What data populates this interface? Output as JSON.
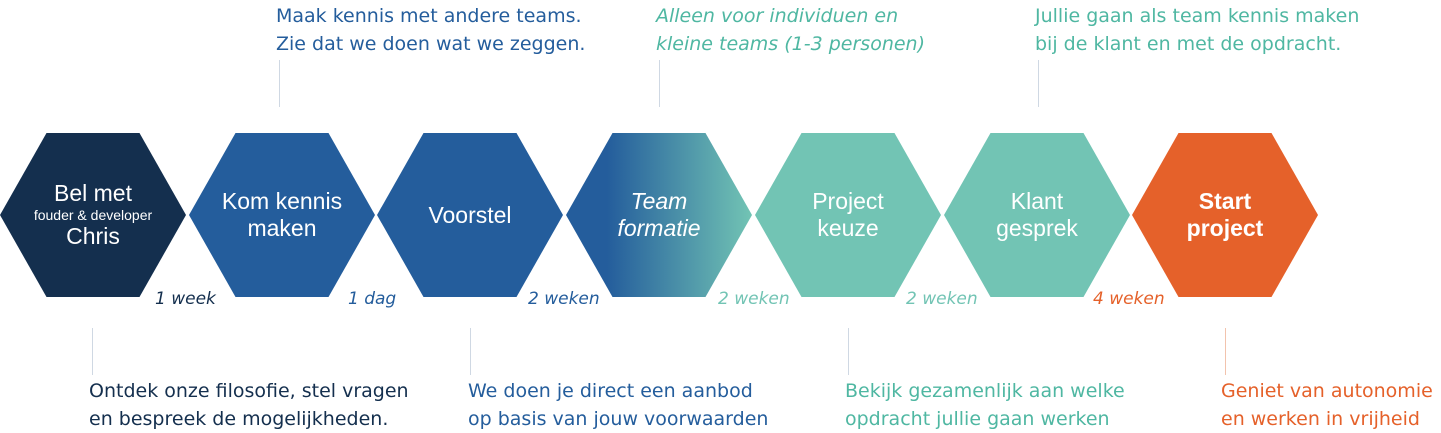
{
  "colors": {
    "navy": "#142f4e",
    "blue": "#245d9c",
    "teal": "#72c4b4",
    "orange": "#e5612a",
    "line": "#cfd8e3"
  },
  "top_notes": {
    "kennis": [
      "Maak kennis met andere teams.",
      "Zie dat we doen wat we zeggen."
    ],
    "team": [
      "Alleen voor individuen en",
      "kleine teams (1-3 personen)"
    ],
    "klant": [
      "Jullie gaan als team kennis maken",
      "bij de klant en met de opdracht."
    ]
  },
  "steps": [
    {
      "lines": [
        "Bel met",
        "fouder & developer",
        "Chris"
      ]
    },
    {
      "lines": [
        "Kom kennis",
        "maken"
      ]
    },
    {
      "lines": [
        "Voorstel"
      ]
    },
    {
      "lines": [
        "Team",
        "formatie"
      ]
    },
    {
      "lines": [
        "Project",
        "keuze"
      ]
    },
    {
      "lines": [
        "Klant",
        "gesprek"
      ]
    },
    {
      "lines": [
        "Start",
        "project"
      ]
    }
  ],
  "durations": [
    "1 week",
    "1 dag",
    "2 weken",
    "2 weken",
    "2 weken",
    "4 weken"
  ],
  "bottom_notes": {
    "filosofie": [
      "Ontdek onze filosofie, stel vragen",
      "en bespreek de mogelijkheden."
    ],
    "aanbod": [
      "We doen je direct een aanbod",
      "op basis van jouw voorwaarden"
    ],
    "opdracht": [
      "Bekijk gezamenlijk aan welke",
      "opdracht jullie gaan werken"
    ],
    "autonomie": [
      "Geniet van autonomie",
      "en werken in vrijheid"
    ]
  }
}
